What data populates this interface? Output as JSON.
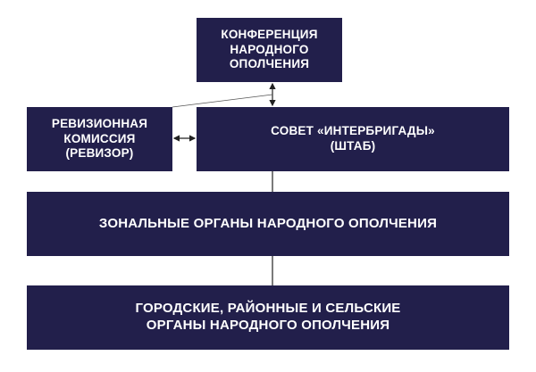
{
  "diagram": {
    "conference": [
      "КОНФЕРЕНЦИЯ",
      "НАРОДНОГО",
      "ОПОЛЧЕНИЯ"
    ],
    "revision": [
      "РЕВИЗИОННАЯ",
      "КОМИССИЯ",
      "(РЕВИЗОР)"
    ],
    "council": [
      "СОВЕТ «ИНТЕРБРИГАДЫ»",
      "(ШТАБ)"
    ],
    "zonal": [
      "ЗОНАЛЬНЫЕ ОРГАНЫ НАРОДНОГО ОПОЛЧЕНИЯ"
    ],
    "local": [
      "ГОРОДСКИЕ, РАЙОННЫЕ И СЕЛЬСКИЕ",
      "ОРГАНЫ НАРОДНОГО ОПОЛЧЕНИЯ"
    ]
  },
  "colors": {
    "box": "#221f4b",
    "text": "#ffffff",
    "line": "#222222"
  }
}
